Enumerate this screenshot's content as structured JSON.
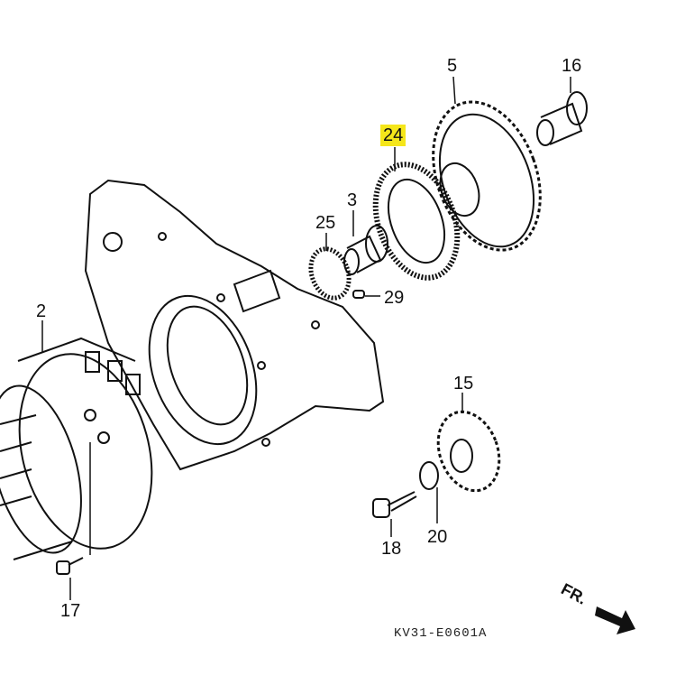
{
  "diagram": {
    "callouts": [
      {
        "id": "5",
        "label": "5"
      },
      {
        "id": "16",
        "label": "16"
      },
      {
        "id": "24",
        "label": "24",
        "highlighted": true
      },
      {
        "id": "3",
        "label": "3"
      },
      {
        "id": "25",
        "label": "25"
      },
      {
        "id": "29",
        "label": "29"
      },
      {
        "id": "2",
        "label": "2"
      },
      {
        "id": "15",
        "label": "15"
      },
      {
        "id": "18",
        "label": "18"
      },
      {
        "id": "20",
        "label": "20"
      },
      {
        "id": "17",
        "label": "17"
      }
    ],
    "highlight_color": "#f5e61a",
    "diagram_code": "KV31-E0601A",
    "direction_label": "FR."
  }
}
